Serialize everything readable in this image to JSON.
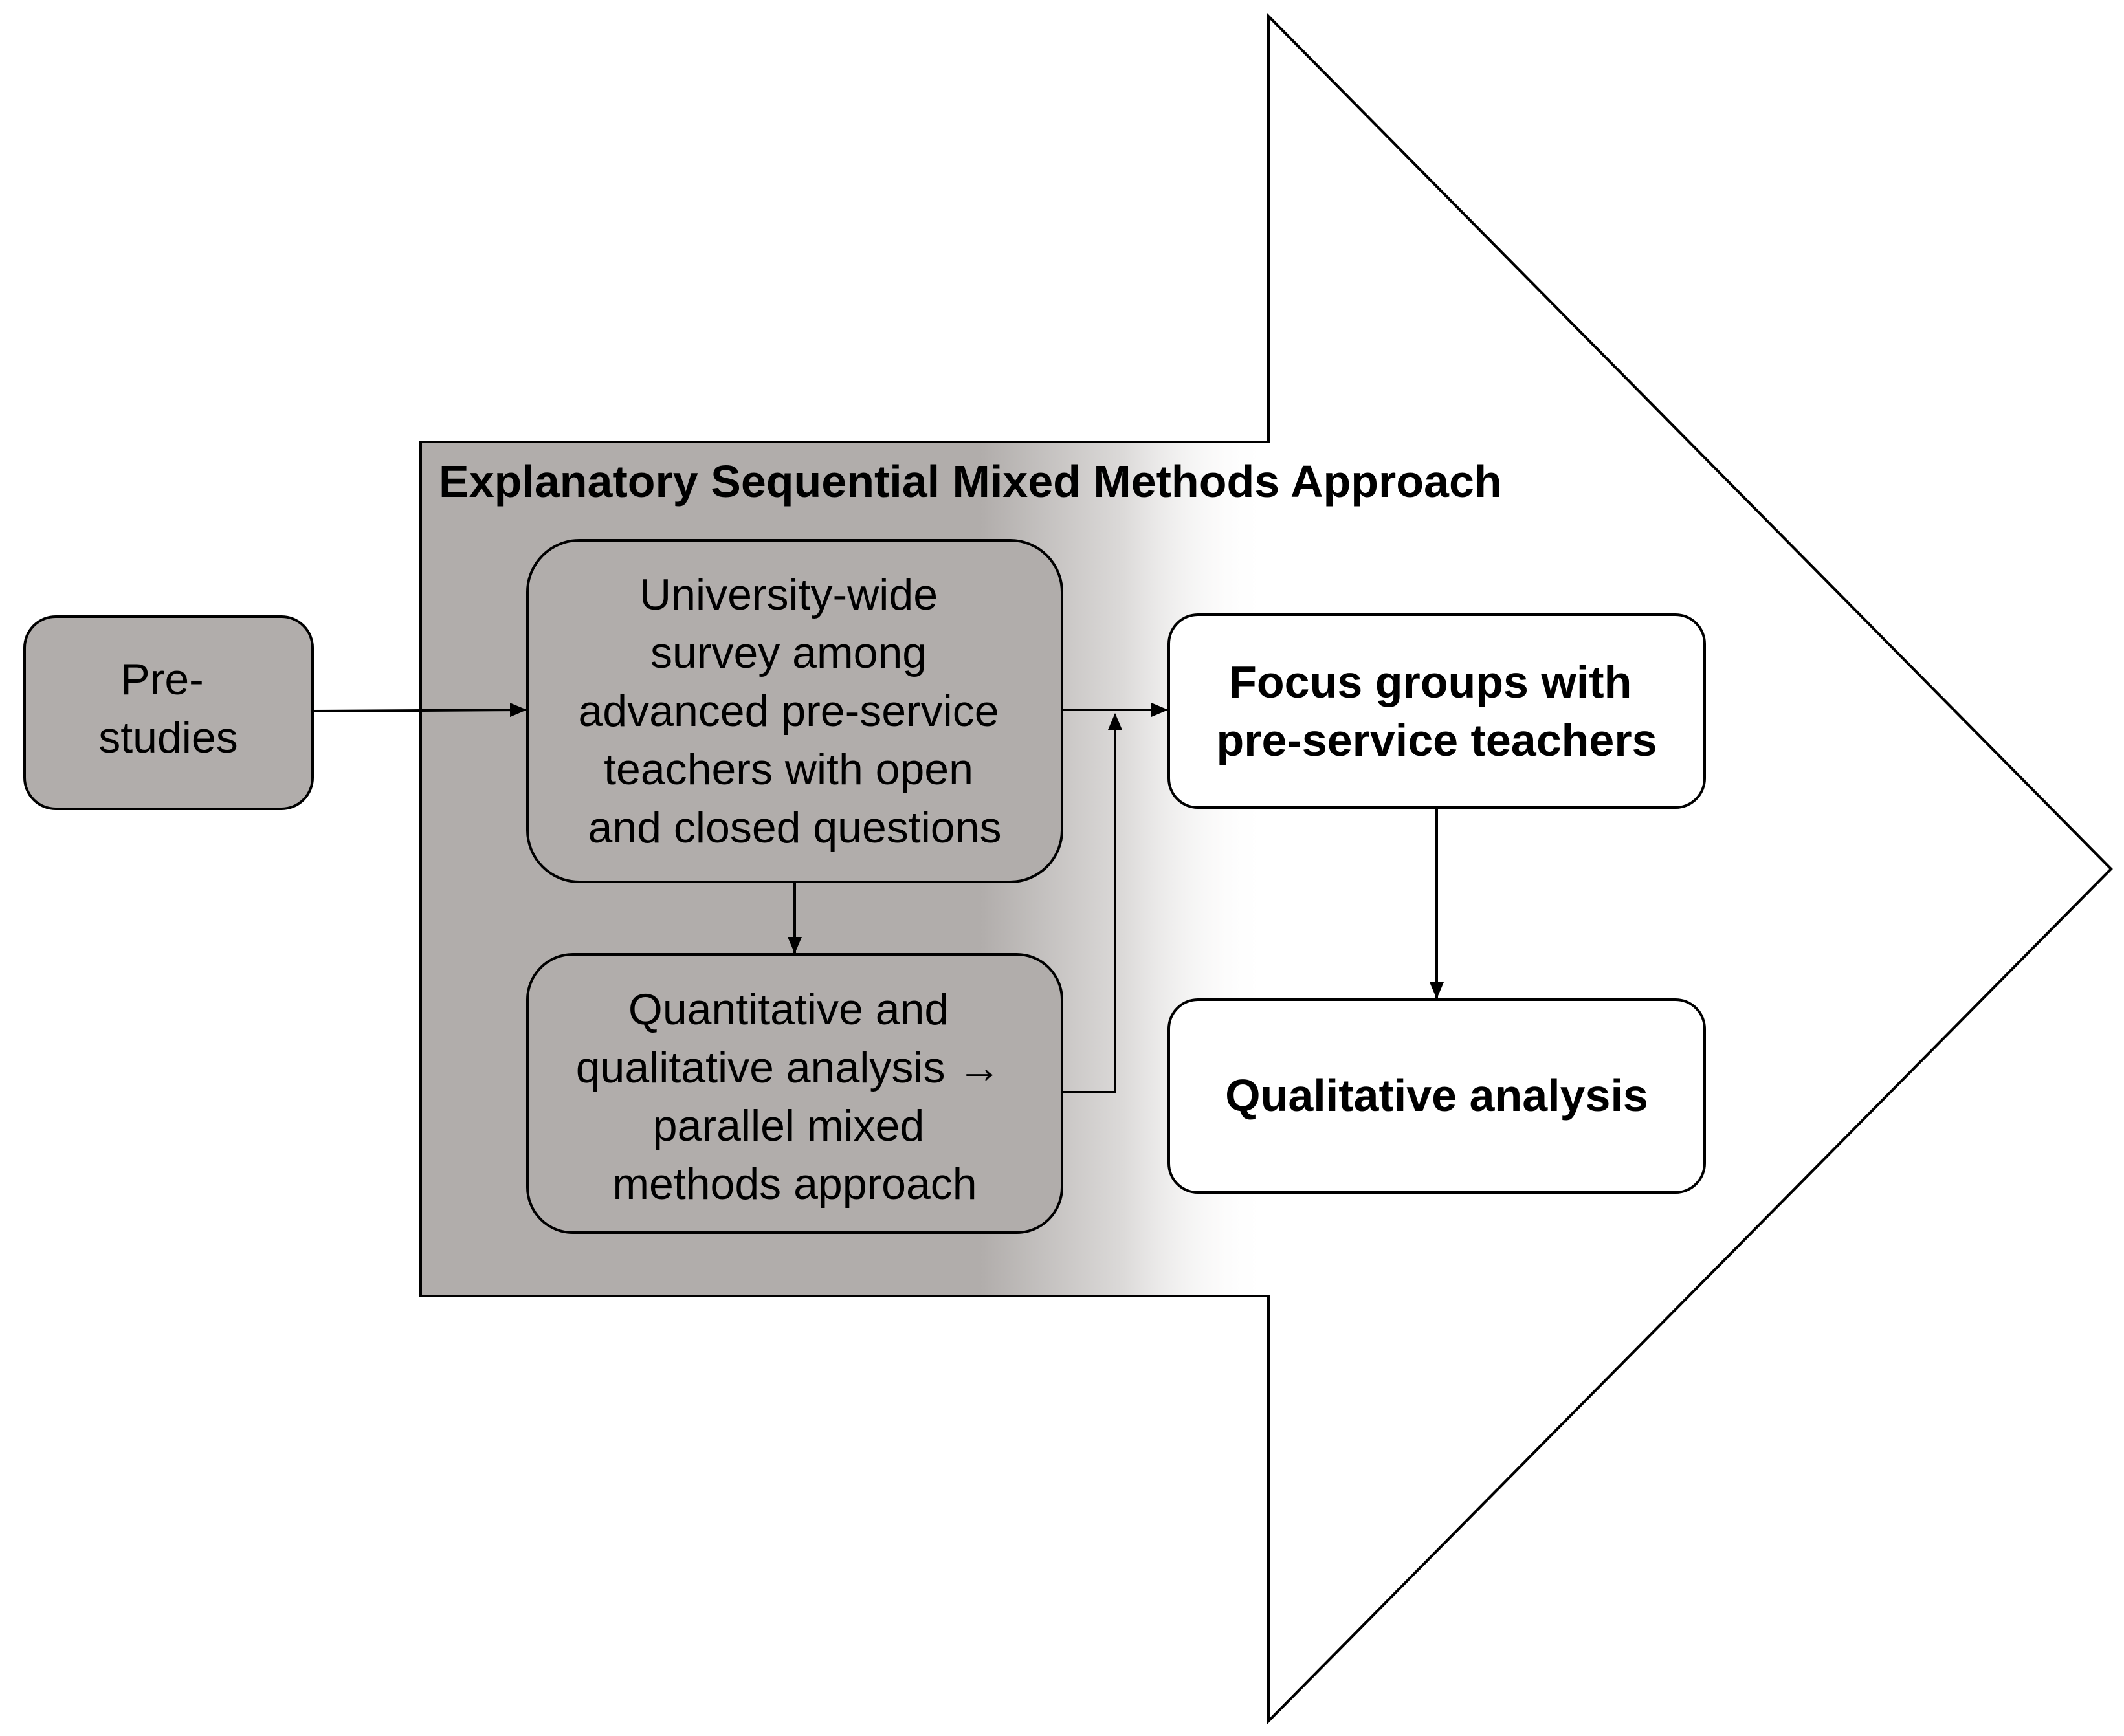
{
  "diagram": {
    "title": "Explanatory Sequential Mixed Methods Approach",
    "nodes": {
      "pre_studies": {
        "lines": [
          "Pre-",
          "studies"
        ]
      },
      "survey": {
        "lines": [
          "University-wide",
          "survey among",
          "advanced pre-service",
          "teachers with open",
          "and closed questions"
        ]
      },
      "analysis": {
        "lines": [
          "Quantitative and",
          "qualitative analysis →",
          "parallel mixed",
          "methods approach"
        ]
      },
      "focus_groups": {
        "lines": [
          "Focus groups with",
          "pre-service teachers"
        ]
      },
      "qualitative_analysis": {
        "lines": [
          "Qualitative analysis"
        ]
      }
    },
    "colors": {
      "box_fill": "#b1adab",
      "white_fill": "#ffffff",
      "stroke": "#000000"
    }
  }
}
